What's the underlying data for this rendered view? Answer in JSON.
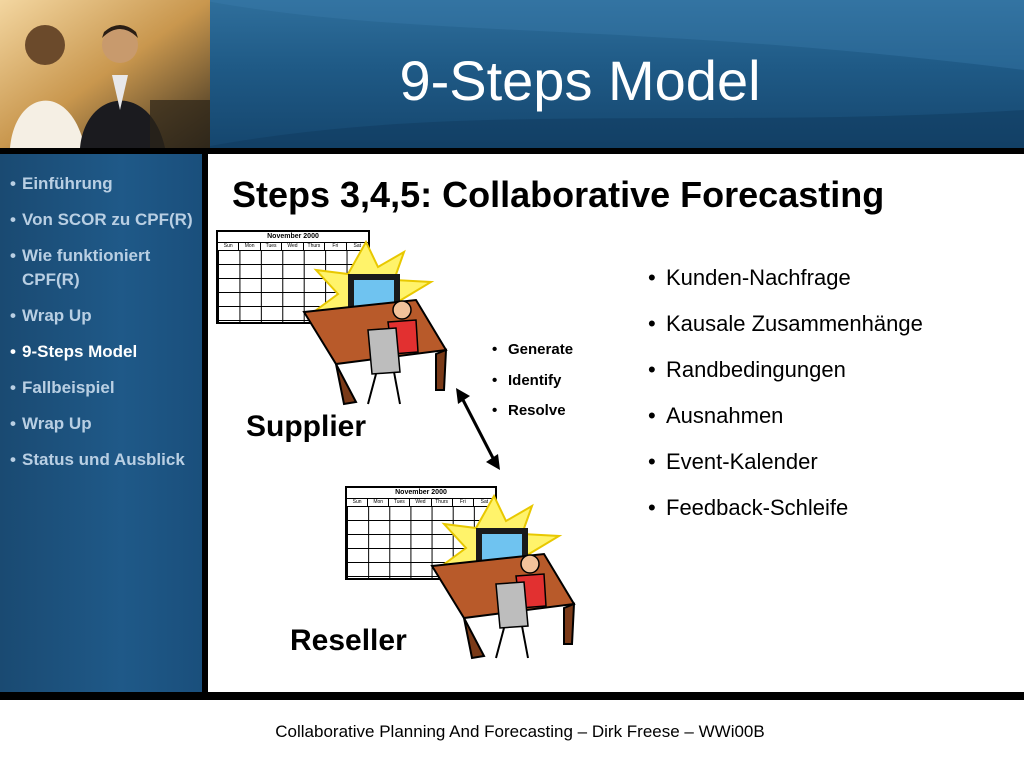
{
  "header": {
    "title": "9-Steps Model"
  },
  "sidebar": {
    "items": [
      {
        "bullet": "•",
        "label": "Einführung",
        "active": false
      },
      {
        "bullet": "•",
        "label": "Von SCOR zu CPF(R)",
        "active": false
      },
      {
        "bullet": "•",
        "label": "Wie funktioniert CPF(R)",
        "active": false
      },
      {
        "bullet": "•",
        "label": "Wrap Up",
        "active": false
      },
      {
        "bullet": "•",
        "label": "9-Steps Model",
        "active": true
      },
      {
        "bullet": "•",
        "label": "Fallbeispiel",
        "active": false
      },
      {
        "bullet": "•",
        "label": "Wrap Up",
        "active": false
      },
      {
        "bullet": "•",
        "label": "Status und Ausblick",
        "active": false
      }
    ]
  },
  "main": {
    "title": "Steps 3,4,5: Collaborative Forecasting",
    "calendar": {
      "month": "November 2000",
      "days": [
        "Sun",
        "Mon",
        "Tues",
        "Wed",
        "Thurs",
        "Fri",
        "Sat"
      ]
    },
    "supplier_label": "Supplier",
    "reseller_label": "Reseller",
    "actions": [
      {
        "bullet": "•",
        "label": "Generate"
      },
      {
        "bullet": "•",
        "label": "Identify"
      },
      {
        "bullet": "•",
        "label": "Resolve"
      }
    ],
    "factors": [
      {
        "bullet": "•",
        "label": "Kunden-Nachfrage"
      },
      {
        "bullet": "•",
        "label": "Kausale Zusammenhänge"
      },
      {
        "bullet": "•",
        "label": "Randbedingungen"
      },
      {
        "bullet": "•",
        "label": "Ausnahmen"
      },
      {
        "bullet": "•",
        "label": "Event-Kalender"
      },
      {
        "bullet": "•",
        "label": "Feedback-Schleife"
      }
    ]
  },
  "footer": {
    "text": "Collaborative Planning And Forecasting – Dirk Freese – WWi00B"
  },
  "colors": {
    "header_blue": "#1f5a86",
    "sidebar_blue": "#1f5988",
    "sidebar_text": "#b9cfe3",
    "active_text": "#ffffff"
  }
}
